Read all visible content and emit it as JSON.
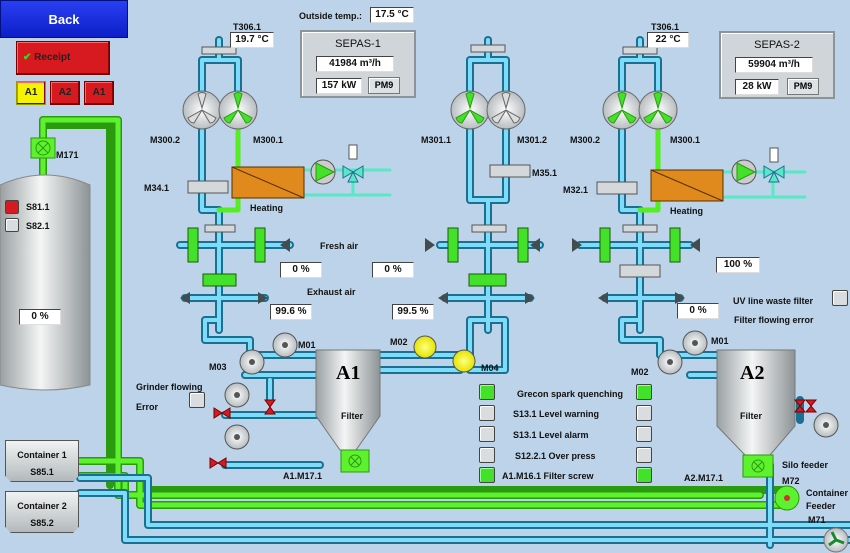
{
  "header": {
    "back_label": "Back",
    "receipt_label": "Receipt",
    "receipt_check_icon": "checkmark-icon",
    "mode_buttons": [
      {
        "label": "A1",
        "state": "active",
        "color": "#f4f400"
      },
      {
        "label": "A2",
        "state": "inactive",
        "color": "#d71920"
      },
      {
        "label": "A1",
        "state": "inactive",
        "color": "#d71920"
      }
    ]
  },
  "outside_temp": {
    "label": "Outside temp.:",
    "value": "17.5 °C"
  },
  "sepas": [
    {
      "title": "SEPAS-1",
      "flow": "41984 m³/h",
      "power": "157 kW",
      "button": "PM9"
    },
    {
      "title": "SEPAS-2",
      "flow": "59904 m³/h",
      "power": "28 kW",
      "button": "PM9"
    }
  ],
  "line1": {
    "temp_label": "T306.1",
    "temp_value": "19.7 °C",
    "fans": [
      "M300.2",
      "M300.1"
    ],
    "damper": "M34.1",
    "heating_label": "Heating",
    "fresh_air_pct": "0 %",
    "exhaust_air_pct": "99.6 %"
  },
  "line_mid": {
    "fans": [
      "M301.1",
      "M301.2"
    ],
    "damper": "M35.1",
    "fresh_air_pct": "0 %",
    "exhaust_air_pct": "99.5 %"
  },
  "line2": {
    "temp_label": "T306.1",
    "temp_value": "22 °C",
    "fans": [
      "M300.2",
      "M300.1"
    ],
    "damper": "M32.1",
    "heating_label": "Heating",
    "fresh_air_pct": "100 %",
    "exhaust_air_pct": "0 %"
  },
  "labels": {
    "fresh_air": "Fresh air",
    "exhaust_air": "Exhaust air",
    "uv_line": "UV line waste filter",
    "filter_flowing_error": "Filter flowing error",
    "grinder_flowing": "Grinder flowing",
    "error": "Error",
    "m171": "M171",
    "m01_left": "M01",
    "m03": "M03",
    "m02_left": "M02",
    "m04": "M04",
    "m02_right": "M02",
    "m01_right": "M01",
    "filter": "Filter",
    "a1": "A1",
    "a2": "A2",
    "a1_m17": "A1.M17.1",
    "a2_m17": "A2.M17.1",
    "silo_feeder": "Silo feeder",
    "m72": "M72",
    "container_feeder": "Container",
    "container_feeder2": "Feeder",
    "m71": "M71"
  },
  "silo": {
    "sensors": [
      {
        "label": "S81.1",
        "state": "alarm"
      },
      {
        "label": "S82.1",
        "state": "off"
      }
    ],
    "level": "0 %"
  },
  "containers": [
    {
      "name": "Container 1",
      "sensor": "S85.1"
    },
    {
      "name": "Container 2",
      "sensor": "S85.2"
    }
  ],
  "status_list": [
    {
      "label": "Grecon spark quenching",
      "left": "on",
      "right": "on"
    },
    {
      "label": "S13.1 Level warning",
      "left": "off",
      "right": "off"
    },
    {
      "label": "S13.1 Level alarm",
      "left": "off",
      "right": "off"
    },
    {
      "label": "S12.2.1 Over press",
      "left": "off",
      "right": "off"
    },
    {
      "label": "A1.M16.1 Filter screw",
      "left": "on",
      "right": "on"
    }
  ],
  "colors": {
    "background": "#bcd3e9",
    "pipe_air": "#4fc3e8",
    "pipe_material": "#55ee22",
    "heater": "#e08a1e",
    "alarm": "#d71920"
  }
}
